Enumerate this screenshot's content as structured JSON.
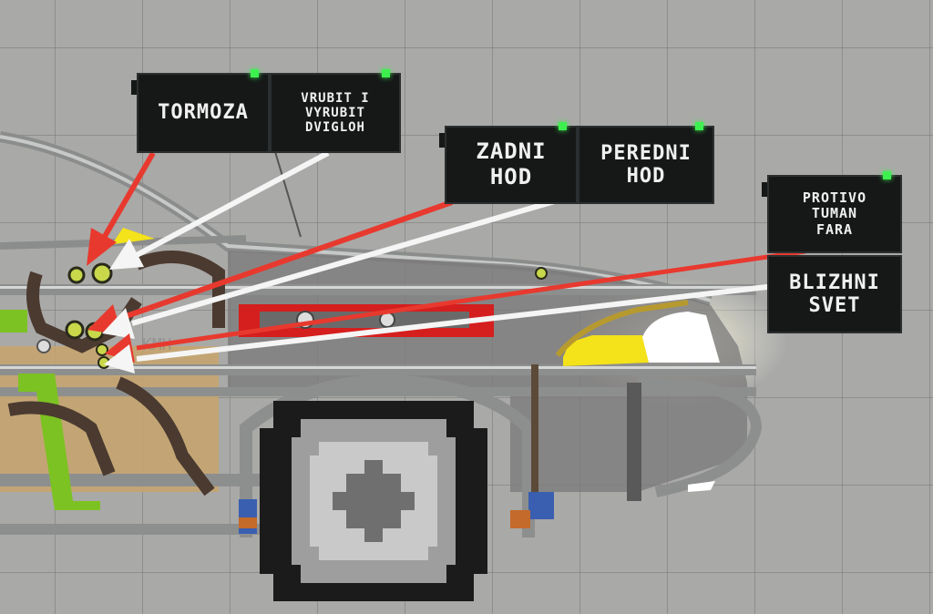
{
  "labels": {
    "tormoza": "TORMOZA",
    "vrubit": "VRUBIT I\nVYRUBIT\nDVIGLOH",
    "zadni": "ZADNI\nHOD",
    "peredni": "PEREDNI\nHOD",
    "protivo": "PROTIVO\nTUMAN\nFARA",
    "blizhni": "BLIZHNI\nSVET",
    "watermark": "KMH"
  },
  "colors": {
    "background": "#a9a9a7",
    "label_bg": "#161818",
    "led": "#3df04f",
    "arrow_red": "#e8392f",
    "arrow_white": "#f5f5f5",
    "headlight": "#f4e21a",
    "frame_green": "#7cc222",
    "body_red": "#d51e1e"
  },
  "icons": {
    "led": "green-status-led",
    "wheel": "pixel-wheel",
    "headlight": "headlight-glow"
  }
}
